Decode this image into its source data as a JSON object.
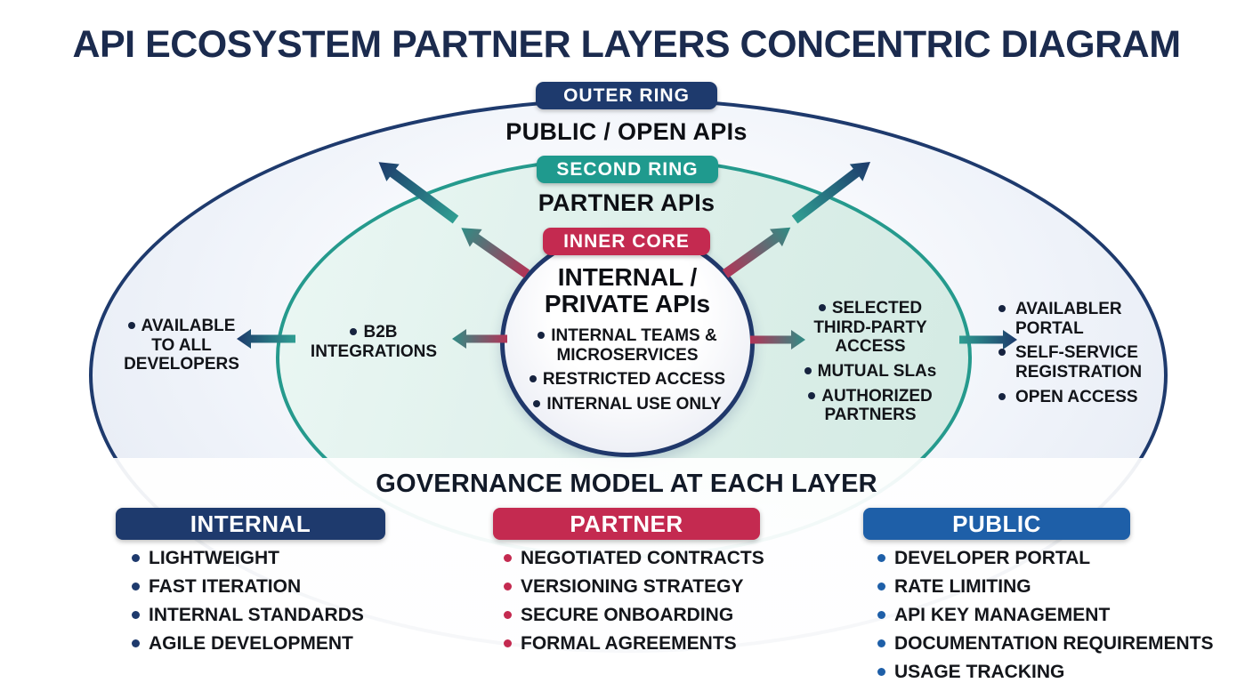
{
  "title": "API ECOSYSTEM PARTNER LAYERS CONCENTRIC DIAGRAM",
  "rings": {
    "outer": {
      "badge": "OUTER RING",
      "badge_color": "#1e3a6d",
      "label": "PUBLIC / OPEN APIs",
      "left_items": [
        "AVAILABLE TO ALL DEVELOPERS"
      ],
      "right_items": [
        "AVAILABLER PORTAL",
        "SELF-SERVICE REGISTRATION",
        "OPEN ACCESS"
      ]
    },
    "second": {
      "badge": "SECOND RING",
      "badge_color": "#1f9a8e",
      "label": "PARTNER APIs",
      "left_items": [
        "B2B INTEGRATIONS"
      ],
      "right_items": [
        "SELECTED THIRD-PARTY ACCESS",
        "MUTUAL SLAs",
        "AUTHORIZED PARTNERS"
      ]
    },
    "core": {
      "badge": "INNER CORE",
      "badge_color": "#c42a50",
      "label": "INTERNAL / PRIVATE APIs",
      "items": [
        "INTERNAL TEAMS & MICROSERVICES",
        "RESTRICTED ACCESS",
        "INTERNAL USE ONLY"
      ]
    }
  },
  "governance": {
    "title": "GOVERNANCE MODEL AT EACH LAYER",
    "columns": [
      {
        "header": "INTERNAL",
        "color": "#1e3a6d",
        "items": [
          "LIGHTWEIGHT",
          "FAST ITERATION",
          "INTERNAL STANDARDS",
          "AGILE DEVELOPMENT"
        ]
      },
      {
        "header": "PARTNER",
        "color": "#c42a50",
        "items": [
          "NEGOTIATED CONTRACTS",
          "VERSIONING STRATEGY",
          "SECURE ONBOARDING",
          "FORMAL AGREEMENTS"
        ]
      },
      {
        "header": "PUBLIC",
        "color": "#1e5fa8",
        "items": [
          "DEVELOPER PORTAL",
          "RATE LIMITING",
          "API KEY MANAGEMENT",
          "DOCUMENTATION REQUIREMENTS",
          "USAGE TRACKING"
        ]
      }
    ]
  },
  "palette": {
    "navy": "#1e3a6d",
    "teal": "#219a8e",
    "crimson": "#c42a50",
    "blue": "#1e5fa8"
  }
}
